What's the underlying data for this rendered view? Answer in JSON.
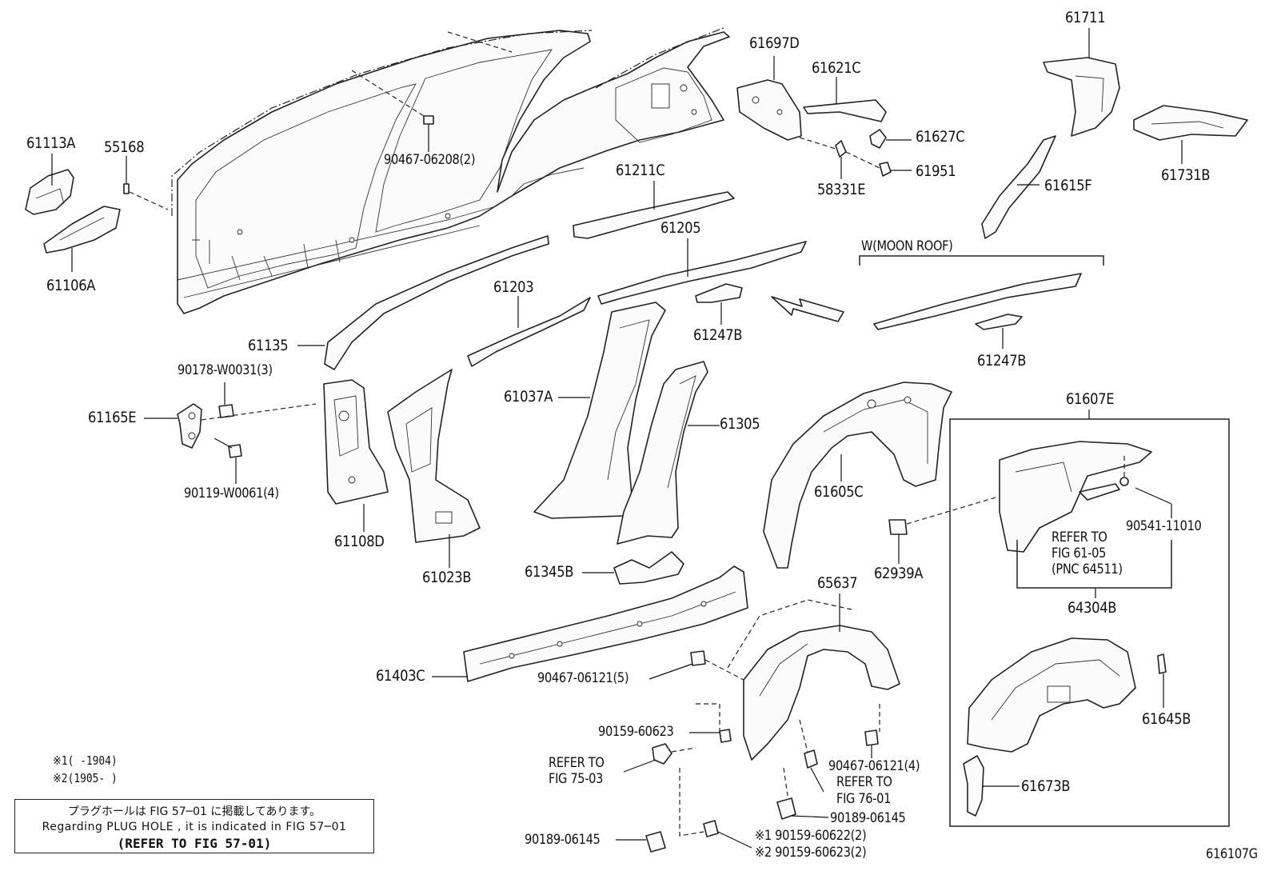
{
  "labels": {
    "p61113A": "61113A",
    "p55168": "55168",
    "p61106A": "61106A",
    "p90467_06208": "90467-06208(2)",
    "p61697D": "61697D",
    "p61621C": "61621C",
    "p61627C": "61627C",
    "p58331E": "58331E",
    "p61951": "61951",
    "p61711": "61711",
    "p61731B": "61731B",
    "p61615F": "61615F",
    "p61211C": "61211C",
    "p61205": "61205",
    "p61203": "61203",
    "p61135": "61135",
    "p61247B_a": "61247B",
    "p61247B_b": "61247B",
    "moonroof": "W(MOON ROOF)",
    "p90178": "90178-W0031(3)",
    "p61165E": "61165E",
    "p90119": "90119-W0061(4)",
    "p61108D": "61108D",
    "p61023B": "61023B",
    "p61037A": "61037A",
    "p61305": "61305",
    "p61605C": "61605C",
    "p61607E": "61607E",
    "p90541": "90541-11010",
    "refer61_1": "REFER TO",
    "refer61_2": "FIG 61-05",
    "refer61_3": "(PNC 64511)",
    "p64304B": "64304B",
    "p62939A": "62939A",
    "p61345B": "61345B",
    "p65637": "65637",
    "p61403C": "61403C",
    "p90467_06121_5": "90467-06121(5)",
    "p90159_60623": "90159-60623",
    "refer75_1": "REFER TO",
    "refer75_2": "FIG 75-03",
    "p90467_06121_4": "90467-06121(4)",
    "refer76_1": "REFER TO",
    "refer76_2": "FIG 76-01",
    "p90189_06145_a": "90189-06145",
    "p90189_06145_b": "90189-06145",
    "p90159_60622": "※1 90159-60622(2)",
    "p90159_60623_2": "※2 90159-60623(2)",
    "p61645B": "61645B",
    "p61673B": "61673B",
    "fig_code": "616107G"
  },
  "notes": {
    "n1": "※1(    -1904)",
    "n2": "※2(1905-     )"
  },
  "notebox": {
    "line_jp": "プラグホールは FIG 57─01 に掲載してあります。",
    "line_en": "Regarding PLUG HOLE , it is indicated in FIG 57─01",
    "line_ref": "(REFER TO FIG 57-01)"
  }
}
